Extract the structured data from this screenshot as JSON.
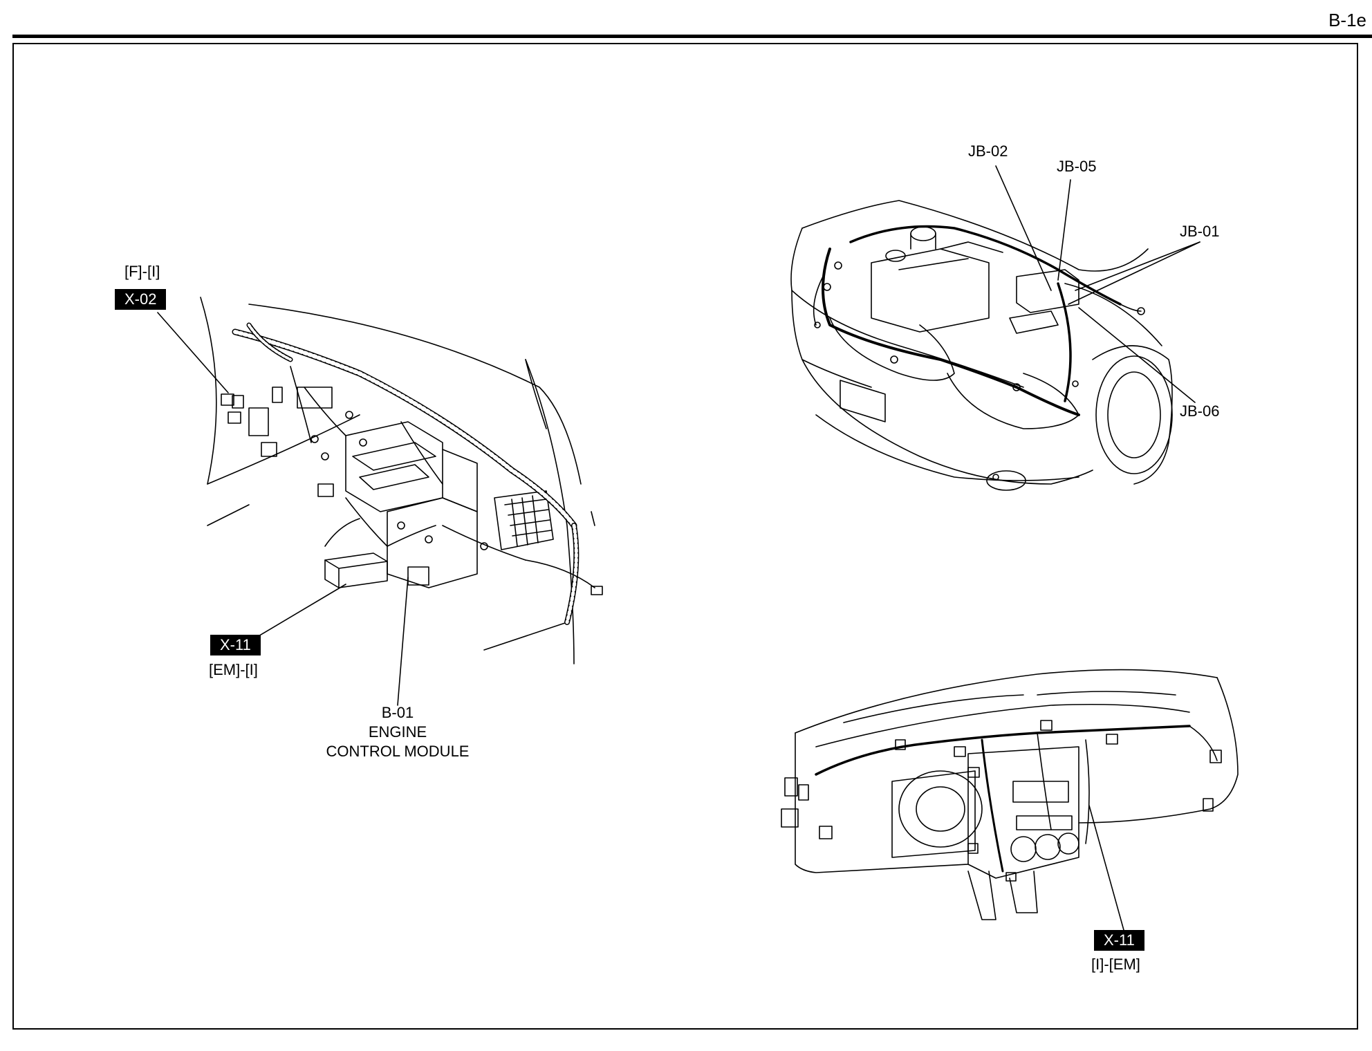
{
  "page": {
    "id": "B-1e"
  },
  "left_figure": {
    "x02_code": "X-02",
    "x02_location": "[F]-[I]",
    "x11_code": "X-11",
    "x11_location": "[EM]-[I]",
    "b01_code": "B-01",
    "b01_name_line1": "ENGINE",
    "b01_name_line2": "CONTROL MODULE"
  },
  "engine_bay_figure": {
    "jb02": "JB-02",
    "jb05": "JB-05",
    "jb01": "JB-01",
    "jb06": "JB-06"
  },
  "dashboard_figure": {
    "x11_code": "X-11",
    "x11_location": "[I]-[EM]"
  }
}
